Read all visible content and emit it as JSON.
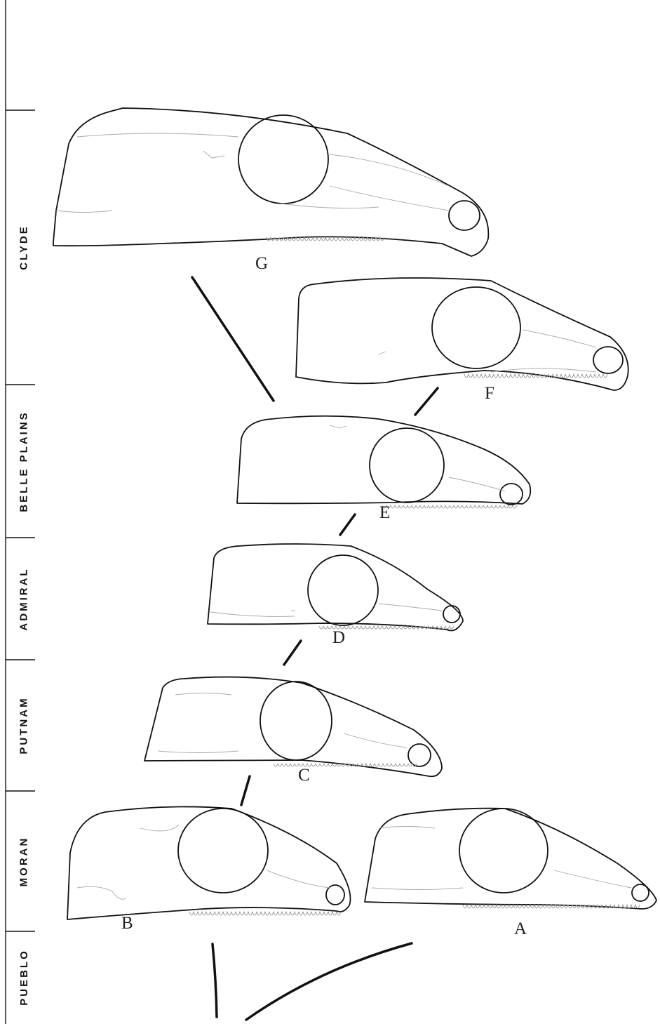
{
  "formations": [
    "CLYDE",
    "BELLE PLAINS",
    "ADMIRAL",
    "PUTNAM",
    "MORAN",
    "PUEBLO"
  ],
  "skulls": [
    "A",
    "B",
    "C",
    "D",
    "E",
    "F",
    "G"
  ],
  "colors": {
    "ink": "#111111",
    "faint": "#9a9a9a",
    "background": "#ffffff"
  }
}
